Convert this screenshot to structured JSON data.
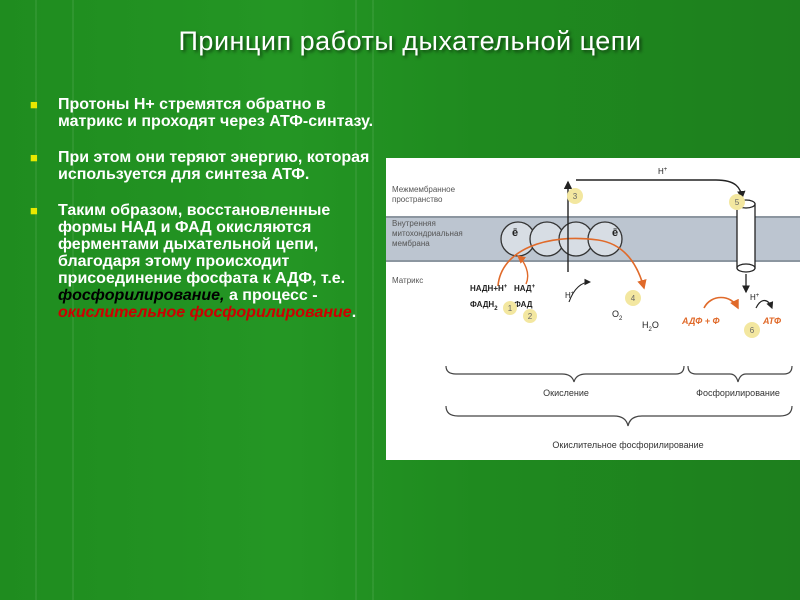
{
  "slide": {
    "title": "Принцип работы дыхательной цепи",
    "bullets": [
      {
        "text": "Протоны Н+ стремятся обратно в матрикс и проходят через АТФ-синтазу."
      },
      {
        "text": "При этом они теряют энергию, которая используется для синтеза АТФ."
      },
      {
        "parts": [
          "Таким образом, восстановленные формы НАД и ФАД окисляются ферментами дыхательной цепи, благодаря этому происходит присоединение фосфата к АДФ, т.е. ",
          "фосфорилирование,",
          " а процесс - ",
          "окислительное фосфорилирование",
          "."
        ]
      }
    ],
    "colors": {
      "background": "#249624",
      "bullet": "#e8e800",
      "highlight": "#cc0000",
      "arrow": "#e06a2a",
      "membrane": "#bcc5d0"
    }
  },
  "diagram": {
    "labels": {
      "intermembrane": [
        "Межмембранное",
        "пространство"
      ],
      "inner_membrane": [
        "Внутренняя",
        "митохондриальная",
        "мембрана"
      ],
      "matrix": "Матрикс",
      "nadh": "НАДН+Н",
      "nadh_sup": "+",
      "fadh": "ФАДН",
      "fadh_sub": "2",
      "nad": "НАД",
      "nad_sup": "+",
      "fad": "ФАД",
      "o2": "O",
      "o2_sub": "2",
      "h2o_a": "H",
      "h2o_sub": "2",
      "h2o_b": "O",
      "h": "H",
      "h_sup": "+",
      "electron": "ē",
      "adp": "АДФ + Ф",
      "atp": "АТФ",
      "oxidation": "Окисление",
      "phosphorylation": "Фосфорилирование",
      "oxidative_phosphorylation": "Окислительное фосфорилирование"
    },
    "steps": [
      "1",
      "2",
      "3",
      "4",
      "5",
      "6"
    ]
  }
}
